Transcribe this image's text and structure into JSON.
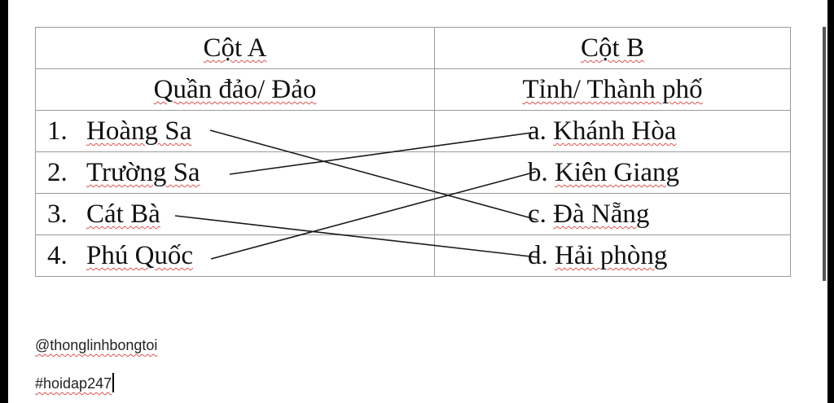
{
  "table": {
    "header_row1": {
      "col_a": "Cột A",
      "col_b": "Cột B"
    },
    "header_row2": {
      "col_a": "Quần đảo/ Đảo",
      "col_b": "Tỉnh/ Thành phố"
    },
    "rows": [
      {
        "num": "1.",
        "name": "Hoàng Sa",
        "letter": "a.",
        "place": "Khánh Hòa"
      },
      {
        "num": "2.",
        "name": "Trường Sa",
        "letter": "b.",
        "place": "Kiên Giang"
      },
      {
        "num": "3.",
        "name": "Cát Bà",
        "letter": "c.",
        "place": "Đà Nẵng"
      },
      {
        "num": "4.",
        "name": "Phú Quốc",
        "letter": "d.",
        "place": "Hải phòng"
      }
    ],
    "matches": [
      {
        "from": "1",
        "to": "c"
      },
      {
        "from": "2",
        "to": "a"
      },
      {
        "from": "3",
        "to": "d"
      },
      {
        "from": "4",
        "to": "b"
      }
    ]
  },
  "footer": {
    "handle": "@thonglinhbongtoi",
    "hashtag": "#hoidap247"
  }
}
